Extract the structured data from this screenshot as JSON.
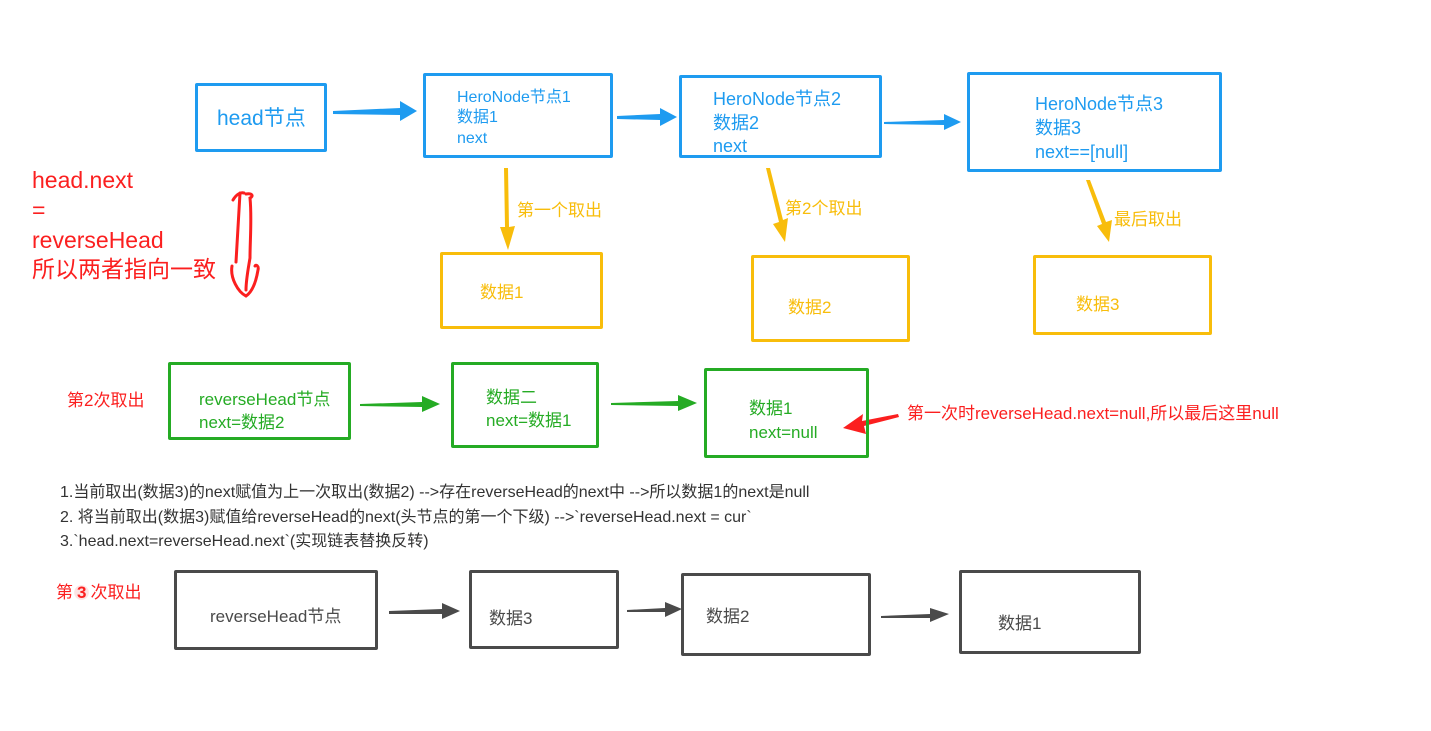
{
  "top_row": {
    "head": "head节点",
    "node1": [
      "HeroNode节点1",
      "数据1",
      "next"
    ],
    "node2": [
      "HeroNode节点2",
      "数据2",
      "next"
    ],
    "node3": [
      "HeroNode节点3",
      "数据3",
      "next==[null]"
    ]
  },
  "left_note": [
    "head.next",
    "=",
    "reverseHead",
    "所以两者指向一致"
  ],
  "extract_labels": [
    "第一个取出",
    "第2个取出",
    "最后取出"
  ],
  "extracted": [
    "数据1",
    "数据2",
    "数据3"
  ],
  "second_round": {
    "label": "第2次取出",
    "reverse_head": [
      "reverseHead节点",
      "next=数据2"
    ],
    "data2": [
      "数据二",
      "next=数据1"
    ],
    "data1": [
      "数据1",
      "next=null"
    ],
    "annotation": "第一次时reverseHead.next=null,所以最后这里null"
  },
  "steps": [
    "1.当前取出(数据3)的next赋值为上一次取出(数据2) -->存在reverseHead的next中 -->所以数据1的next是null",
    "2. 将当前取出(数据3)赋值给reverseHead的next(头节点的第一个下级) -->`reverseHead.next = cur`",
    "3.`head.next=reverseHead.next`(实现链表替换反转)"
  ],
  "third_round": {
    "label_prefix": "第",
    "label_num": "3",
    "label_suffix": "次取出",
    "nodes": [
      "reverseHead节点",
      "数据3",
      "数据2",
      "数据1"
    ]
  },
  "colors": {
    "blue": "#1e9bf0",
    "yellow": "#f8bd0b",
    "green": "#25ab24",
    "red": "#fb1f1f",
    "dark": "#4a4a4a"
  }
}
